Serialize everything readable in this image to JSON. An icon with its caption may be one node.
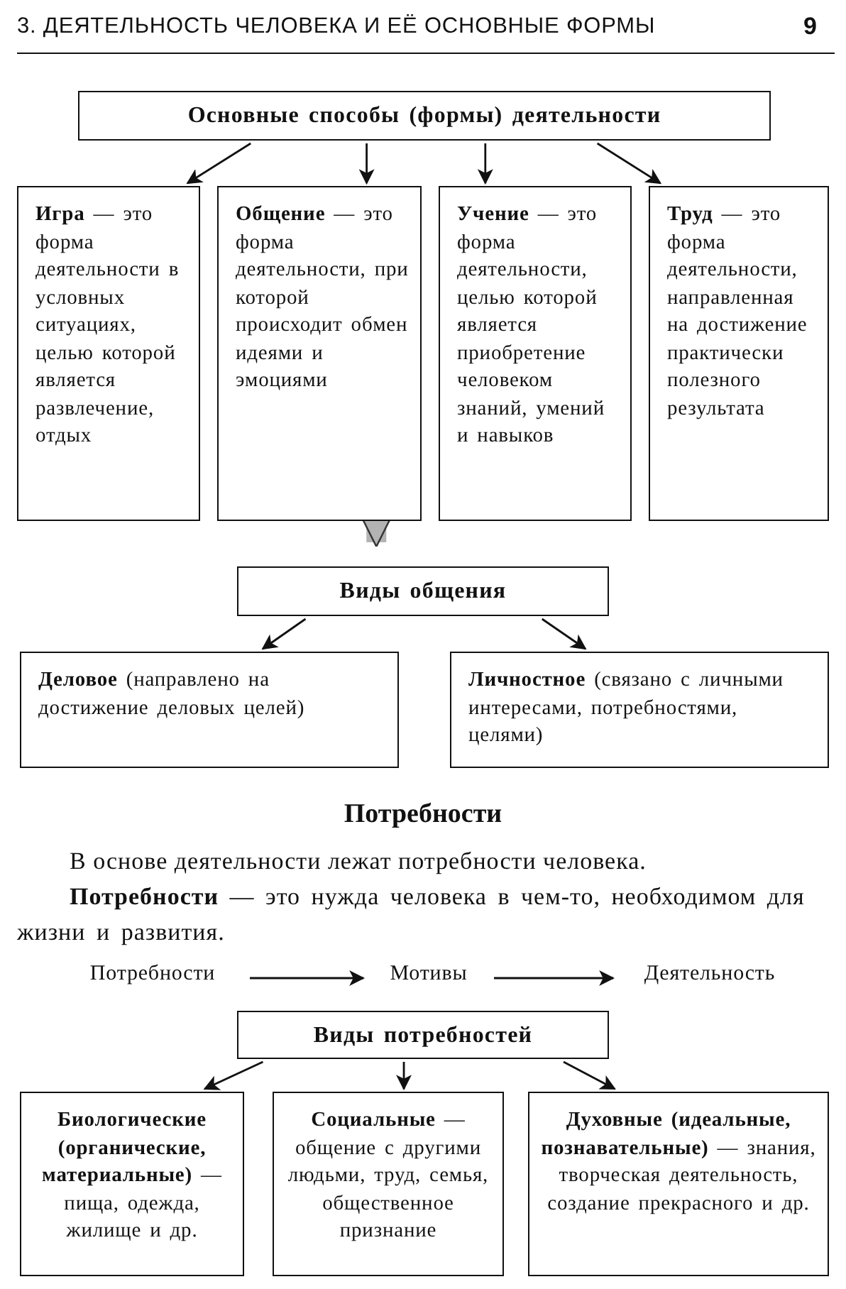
{
  "diagram": {
    "title": "3. ДЕЯТЕЛЬНОСТЬ ЧЕЛОВЕКА И ЕЁ ОСНОВНЫЕ ФОРМЫ",
    "nodes": [
      {
        "text": [
          "Основные способы (формы) деятельности"
        ]
      },
      {
        "text": [
          "**Игра** — это форма деятельности в условных ситуациях, целью которой является развлечение, отдых"
        ]
      },
      {
        "text": [
          "**Общение** — это форма деятельности, при которой происходит обмен идеями и эмоциями"
        ]
      },
      {
        "text": [
          "**Учение** — это форма деятельности, целью которой является приобретение человеком знаний, умений и навыков"
        ]
      },
      {
        "text": [
          "**Труд** — это форма деятельности, направленная на достижение практически полезного результата"
        ]
      },
      {
        "text": [
          "Виды общения"
        ]
      },
      {
        "text": [
          "**Деловое** (направлено на достижение деловых целей)"
        ]
      },
      {
        "text": [
          "**Личностное** (связано с личными интересами, потребностями, целями)"
        ]
      },
      {
        "text": [
          "Потребности"
        ]
      },
      {
        "text": [
          "Мотивы"
        ]
      },
      {
        "text": [
          "Деятельность"
        ]
      },
      {
        "text": [
          "Виды потребностей"
        ]
      },
      {
        "text": [
          "**Биологические (органические, материальные)** — пища, одежда, жилище и др."
        ]
      },
      {
        "text": [
          "**Социальные** — общение с другими людьми, труд, семья, общественное признание"
        ]
      },
      {
        "text": [
          "**Духовные (идеальные, познавательные)** — знания, творческая деятельность, создание прекрасного и др."
        ]
      }
    ],
    "edges": [
      {
        "from": 0,
        "to": 1,
        "arrow": "to"
      },
      {
        "from": 0,
        "to": 2,
        "arrow": "to"
      },
      {
        "from": 0,
        "to": 3,
        "arrow": "to"
      },
      {
        "from": 0,
        "to": 4,
        "arrow": "to"
      },
      {
        "from": 2,
        "to": 5,
        "arrow": "to",
        "style": "thick",
        "color": "#b3b3b3"
      },
      {
        "from": 5,
        "to": 6,
        "arrow": "to"
      },
      {
        "from": 5,
        "to": 7,
        "arrow": "to"
      },
      {
        "from": 8,
        "to": 9,
        "arrow": "to"
      },
      {
        "from": 9,
        "to": 10,
        "arrow": "to"
      },
      {
        "from": 11,
        "to": 12,
        "arrow": "to"
      },
      {
        "from": 11,
        "to": 13,
        "arrow": "to"
      },
      {
        "from": 11,
        "to": 14,
        "arrow": "to"
      }
    ],
    "labels": [
      "9",
      "Потребности",
      "В основе деятельности лежат потребности человека.",
      "**Потребности** — это нужда человека в чем-то, необходимом для жизни и развития."
    ]
  }
}
